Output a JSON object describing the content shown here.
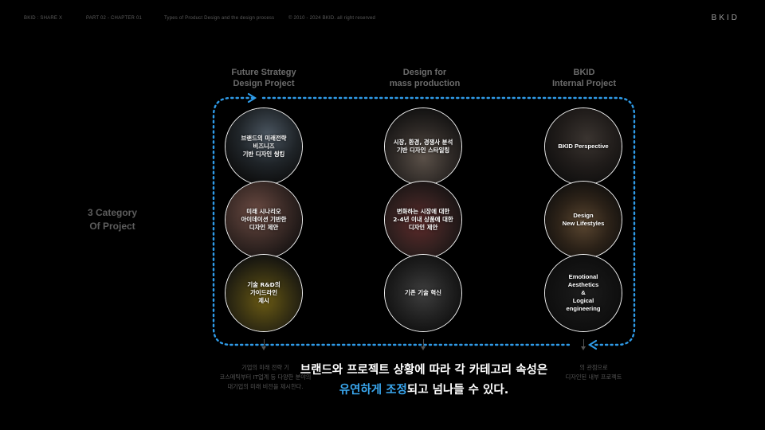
{
  "header": {
    "brand_crumb": "BKID : SHARE X",
    "part": "PART 02 - CHAPTER 01",
    "topic": "Types of Product Design and the design process",
    "copyright": "© 2010 - 2024 BKID. all right reserved",
    "logo": "BKID"
  },
  "side_title": "3 Category\nOf Project",
  "columns": [
    {
      "heading": "Future Strategy\nDesign Project",
      "circles": [
        "브랜드의 미래전략\n비즈니즈\n기반 디자인 씽킹",
        "미래 시나리오\n아이데이션 기반한\n디자인 제안",
        "기술 R&D의\n가이드라인\n제시"
      ],
      "description": "기업의 미래 전략 기\n코스메틱부터 IT업계 등 다양한 분야의\n대기업의 미래 비전을 제시한다."
    },
    {
      "heading": "Design for\nmass production",
      "circles": [
        "시장, 환경, 경쟁사 분석\n기반 디자인 스타일링",
        "변화하는 시장에 대한\n2-4년 이내 상품에 대한\n디자인 제안",
        "기존 기술 혁신"
      ],
      "description": ""
    },
    {
      "heading": "BKID\nInternal Project",
      "circles": [
        "BKID Perspective",
        "Design\nNew Lifestyles",
        "Emotional\nAesthetics\n&\nLogical\nengineering"
      ],
      "description": "의 관점으로\n디자인된 내부 프로젝트"
    }
  ],
  "caption": {
    "line1": "브랜드와 프로젝트 상황에 따라 각 카테고리 속성은",
    "line2_highlight": "유연하게 조정",
    "line2_rest": "되고 넘나들 수 있다."
  },
  "colors": {
    "accent": "#3aa8f0",
    "circle_border": "#f2f2f2",
    "muted": "#5d5d5d"
  }
}
